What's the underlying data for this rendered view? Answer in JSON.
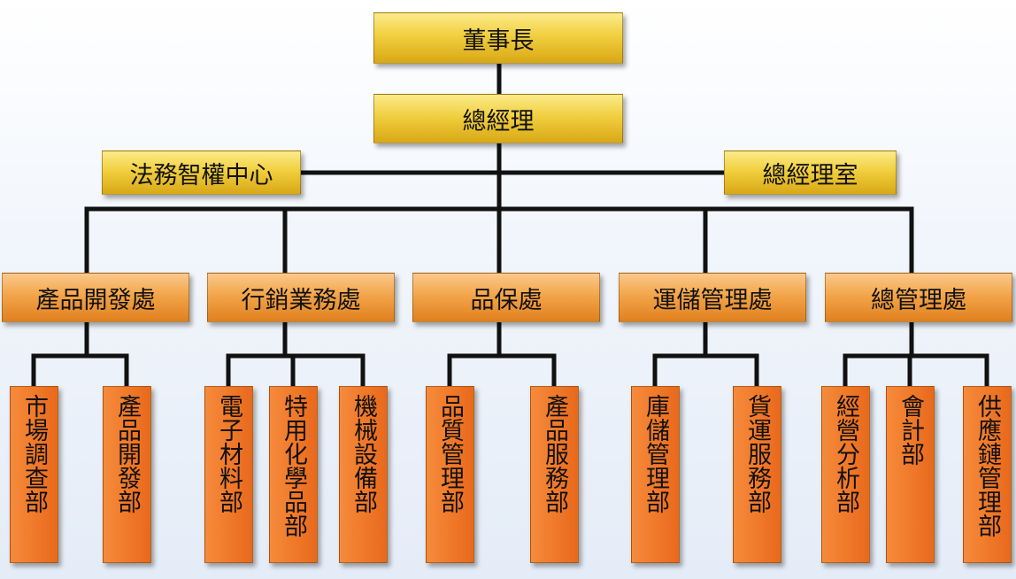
{
  "top": {
    "chairman": "董事長",
    "gm": "總經理",
    "legal": "法務智權中心",
    "gm_office": "總經理室"
  },
  "divisions": [
    {
      "label": "產品開發處",
      "departments": [
        "市場調查部",
        "產品開發部"
      ]
    },
    {
      "label": "行銷業務處",
      "departments": [
        "電子材料部",
        "特用化學品部",
        "機械設備部"
      ]
    },
    {
      "label": "品保處",
      "departments": [
        "品質管理部",
        "產品服務部"
      ]
    },
    {
      "label": "運儲管理處",
      "departments": [
        "庫儲管理部",
        "貨運服務部"
      ]
    },
    {
      "label": "總管理處",
      "departments": [
        "經營分析部",
        "會計部",
        "供應鏈管理部"
      ]
    }
  ],
  "colors": {
    "top": "#f1cf3f",
    "division": "#f3a54a",
    "department": "#f07a2a",
    "line": "#111111"
  }
}
